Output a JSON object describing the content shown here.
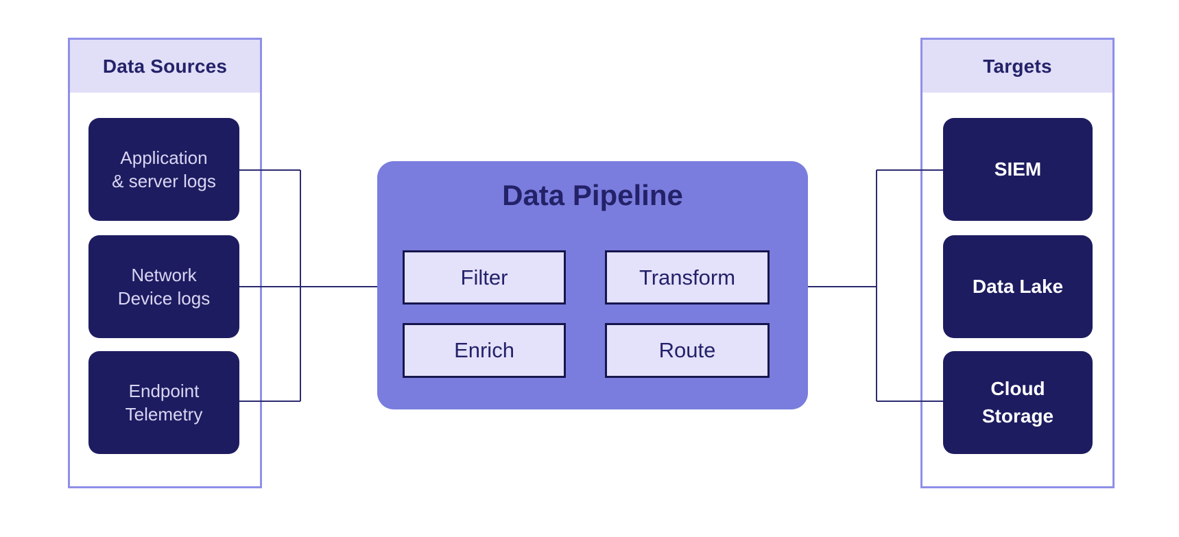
{
  "diagram": {
    "sources": {
      "title": "Data Sources",
      "items": [
        {
          "name": "application-server-logs",
          "lines": [
            "Application",
            "& server logs"
          ]
        },
        {
          "name": "network-device-logs",
          "lines": [
            "Network",
            "Device logs"
          ]
        },
        {
          "name": "endpoint-telemetry",
          "lines": [
            "Endpoint",
            "Telemetry"
          ]
        }
      ]
    },
    "pipeline": {
      "title": "Data Pipeline",
      "stages": [
        {
          "label": "Filter"
        },
        {
          "label": "Transform"
        },
        {
          "label": "Enrich"
        },
        {
          "label": "Route"
        }
      ]
    },
    "targets": {
      "title": "Targets",
      "items": [
        {
          "name": "siem",
          "lines": [
            "SIEM"
          ]
        },
        {
          "name": "data-lake",
          "lines": [
            "Data Lake"
          ]
        },
        {
          "name": "cloud-storage",
          "lines": [
            "Cloud",
            "Storage"
          ]
        }
      ]
    },
    "colors": {
      "node_navy": "#1e1c60",
      "pipeline_purple": "#7a7ddd",
      "lavender_fill": "#e4e1fa",
      "header_band": "#e1def8",
      "panel_border": "#8f8fe8",
      "connector_line": "#2b2a6e",
      "title_text": "#232269",
      "source_label_text": "#d9d6f4",
      "target_label_text": "#ffffff",
      "stage_border": "#16164d"
    }
  }
}
